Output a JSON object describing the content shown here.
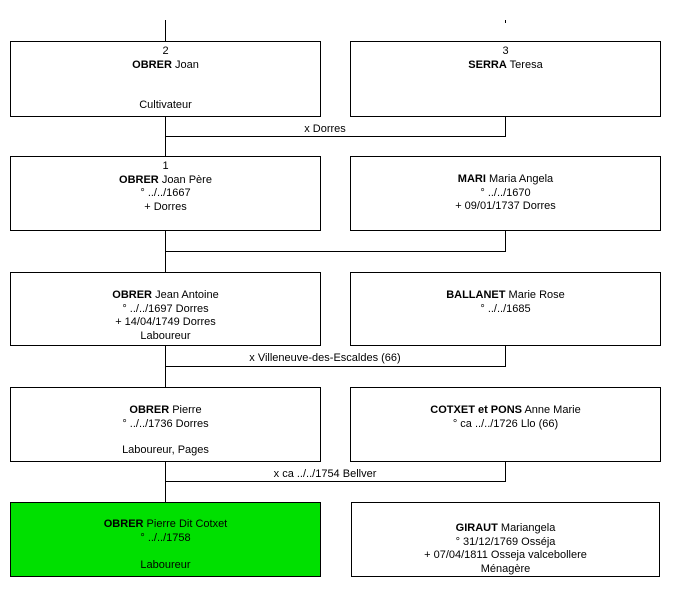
{
  "gen2": {
    "left": {
      "number": "2",
      "surname": "OBRER",
      "given": "Joan",
      "occupation": "Cultivateur"
    },
    "right": {
      "number": "3",
      "surname": "SERRA",
      "given": "Teresa"
    },
    "marriage": "x Dorres"
  },
  "gen1": {
    "left": {
      "number": "1",
      "surname": "OBRER",
      "given": "Joan Père",
      "birth": "° ../../1667",
      "death": "+ Dorres"
    },
    "right": {
      "surname": "MARI",
      "given": "Maria Angela",
      "birth": "° ../../1670",
      "death": "+ 09/01/1737 Dorres"
    },
    "marriage": ""
  },
  "gen3": {
    "left": {
      "surname": "OBRER",
      "given": "Jean Antoine",
      "birth": "° ../../1697 Dorres",
      "death": "+ 14/04/1749 Dorres",
      "occupation": "Laboureur"
    },
    "right": {
      "surname": "BALLANET",
      "given": "Marie Rose",
      "birth": "° ../../1685"
    },
    "marriage": "x Villeneuve-des-Escaldes (66)"
  },
  "gen4": {
    "left": {
      "surname": "OBRER",
      "given": "Pierre",
      "birth": "° ../../1736 Dorres",
      "occupation": "Laboureur, Pages"
    },
    "right": {
      "surname": "COTXET et PONS",
      "given": "Anne Marie",
      "birth": "° ca ../../1726 Llo (66)"
    },
    "marriage": "x ca ../../1754 Bellver"
  },
  "gen5": {
    "left": {
      "surname": "OBRER",
      "given": "Pierre Dit Cotxet",
      "birth": "° ../../1758",
      "occupation": "Laboureur"
    },
    "right": {
      "surname": "GIRAUT",
      "given": "Mariangela",
      "birth": "° 31/12/1769 Osséja",
      "death": "+ 07/04/1811 Osseja valcebollere",
      "occupation": "Ménagère"
    }
  },
  "colors": {
    "highlight": "#00e000",
    "line": "#000000",
    "background": "#ffffff"
  }
}
